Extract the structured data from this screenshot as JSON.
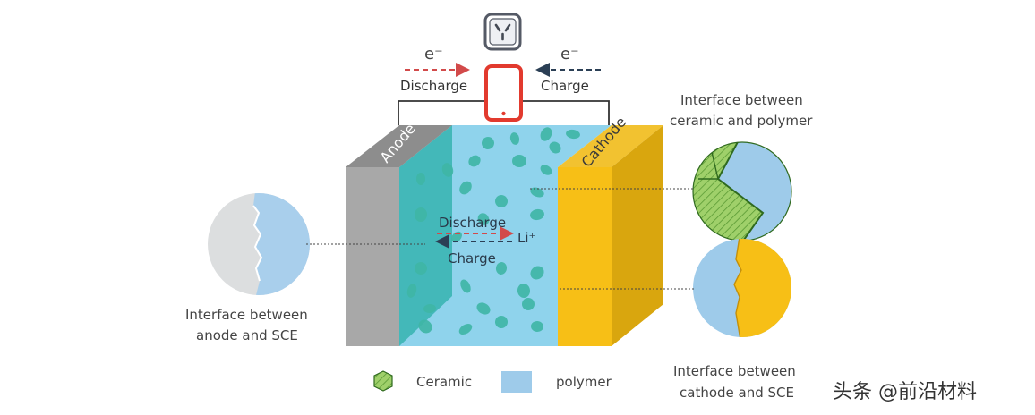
{
  "labels": {
    "electron_left": "e⁻",
    "electron_right": "e⁻",
    "discharge_top": "Discharge",
    "charge_top": "Charge",
    "anode": "Anode",
    "cathode": "Cathode",
    "discharge_mid": "Discharge",
    "charge_mid": "Charge",
    "li_ion": "Li⁺",
    "anode_interface_line1": "Interface between",
    "anode_interface_line2": "anode and SCE",
    "ceramic_interface_line1": "Interface between",
    "ceramic_interface_line2": "ceramic and polymer",
    "cathode_interface_line1": "Interface between",
    "cathode_interface_line2": "cathode and SCE"
  },
  "legend": {
    "ceramic": "Ceramic",
    "polymer": "polymer"
  },
  "watermark": "头条 @前沿材料",
  "colors": {
    "anode_gray": "#a8a8a8",
    "electrolyte_blue": "#8fd3ec",
    "electrolyte_teal": "#36b3b0",
    "cathode_yellow": "#f7bf16",
    "cathode_dark": "#d9a60e",
    "ceramic_green": "#8fc85a",
    "polymer_blue": "#9ecbea",
    "discharge_red": "#d24a4a",
    "charge_dark": "#2b3f55",
    "phone_red": "#e23a2e"
  },
  "icons": {
    "power_outlet": "power-outlet-icon",
    "phone": "smartphone-icon",
    "ceramic_particle": "ceramic-particle-icon",
    "polymer_swatch": "polymer-swatch-icon"
  }
}
